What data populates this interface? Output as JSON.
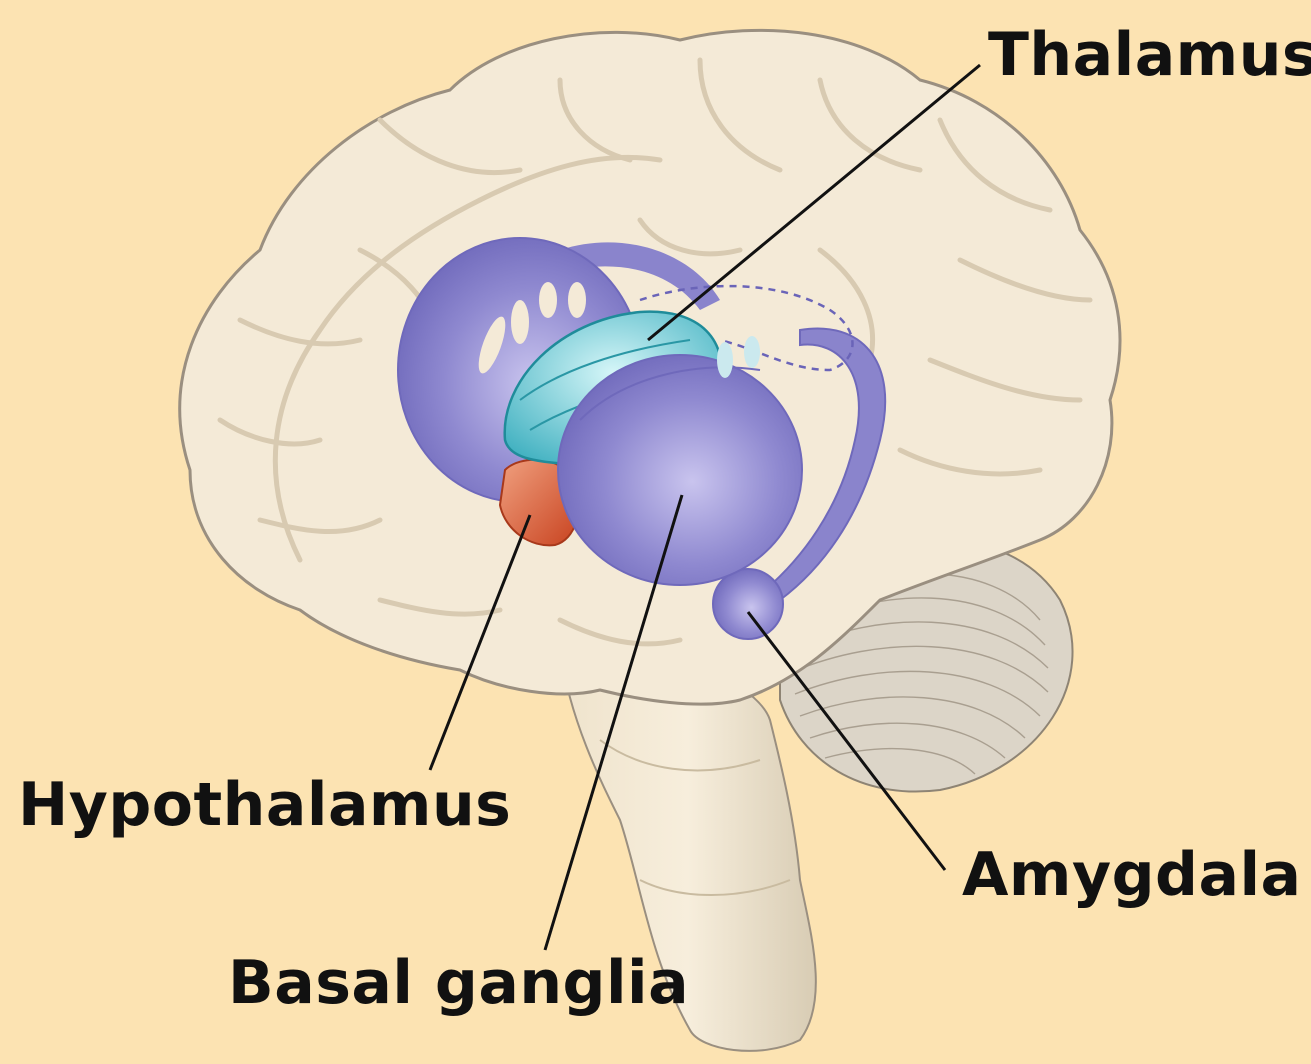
{
  "labels": {
    "thalamus": "Thalamus",
    "hypothalamus": "Hypothalamus",
    "amygdala": "Amygdala",
    "basal_ganglia": "Basal ganglia"
  },
  "colors": {
    "background": "#fce3b2",
    "brain": "#f4ead7",
    "brain_outline": "#9a8f80",
    "basal_ganglia": "#8a84cc",
    "thalamus": "#7fd6df",
    "hypothalamus": "#e2683f",
    "cerebellum": "#dcd5c8",
    "leader_line": "#111111"
  }
}
